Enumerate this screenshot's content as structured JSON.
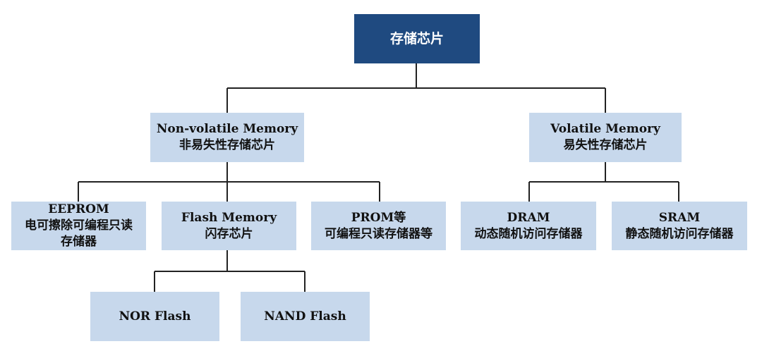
{
  "diagram": {
    "root": {
      "line1": "存储芯片"
    },
    "nonvolatile": {
      "line1": "Non-volatile Memory",
      "line2": "非易失性存储芯片"
    },
    "volatile": {
      "line1": "Volatile Memory",
      "line2": "易失性存储芯片"
    },
    "eeprom": {
      "line1": "EEPROM",
      "line2": "电可擦除可编程只读",
      "line3": "存储器"
    },
    "flash": {
      "line1": "Flash Memory",
      "line2": "闪存芯片"
    },
    "prom": {
      "line1": "PROM等",
      "line2": "可编程只读存储器等"
    },
    "dram": {
      "line1": "DRAM",
      "line2": "动态随机访问存储器"
    },
    "sram": {
      "line1": "SRAM",
      "line2": "静态随机访问存储器"
    },
    "nor": {
      "line1": "NOR Flash"
    },
    "nand": {
      "line1": "NAND Flash"
    }
  },
  "colors": {
    "root_fill": "#1f4a80",
    "node_fill": "#c7d8ec",
    "connector": "#222222"
  }
}
